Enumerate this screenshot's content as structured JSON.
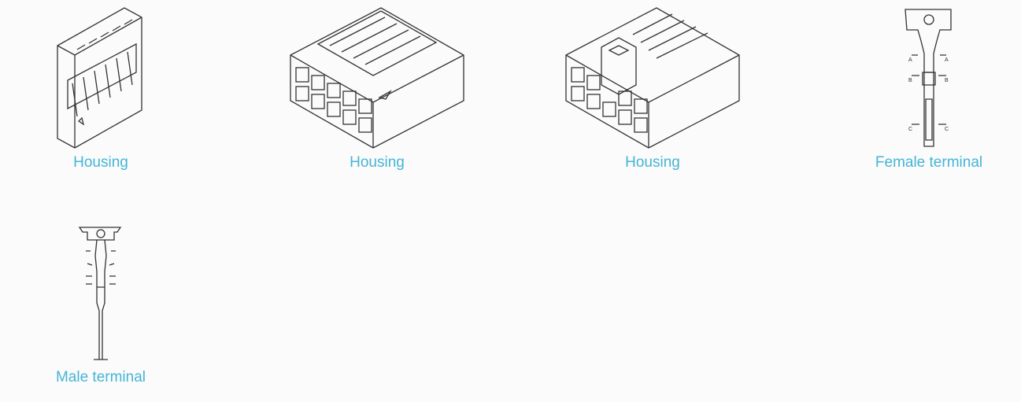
{
  "items": [
    {
      "label": "Housing",
      "icon": "housing-single-row"
    },
    {
      "label": "Housing",
      "icon": "housing-double-row"
    },
    {
      "label": "Housing",
      "icon": "housing-double-row-keyed"
    },
    {
      "label": "Female terminal",
      "icon": "female-terminal"
    },
    {
      "label": "Male terminal",
      "icon": "male-terminal"
    }
  ],
  "colors": {
    "label": "#45b5d5",
    "background": "#fbfbfb"
  }
}
